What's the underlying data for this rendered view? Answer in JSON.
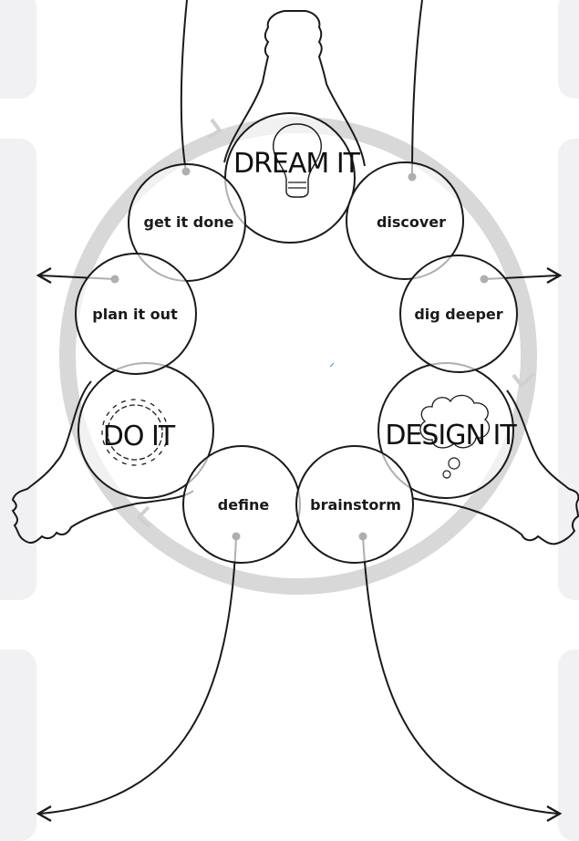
{
  "phases": {
    "dream": "DREAM IT",
    "design": "DESIGN IT",
    "do": "DO IT"
  },
  "steps": {
    "get_it_done": "get it done",
    "discover": "discover",
    "plan_it_out": "plan it out",
    "dig_deeper": "dig deeper",
    "define": "define",
    "brainstorm": "brainstorm"
  },
  "colors": {
    "ink": "#1a1a1a",
    "cycle_ring": "#d4d4d4",
    "side_panels": "#f1f1f3",
    "background": "#ffffff"
  },
  "icons": [
    "lightbulb-icon",
    "gear-icon",
    "thought-cloud-icon",
    "cycle-arrow-icon",
    "arrowhead-icon"
  ]
}
